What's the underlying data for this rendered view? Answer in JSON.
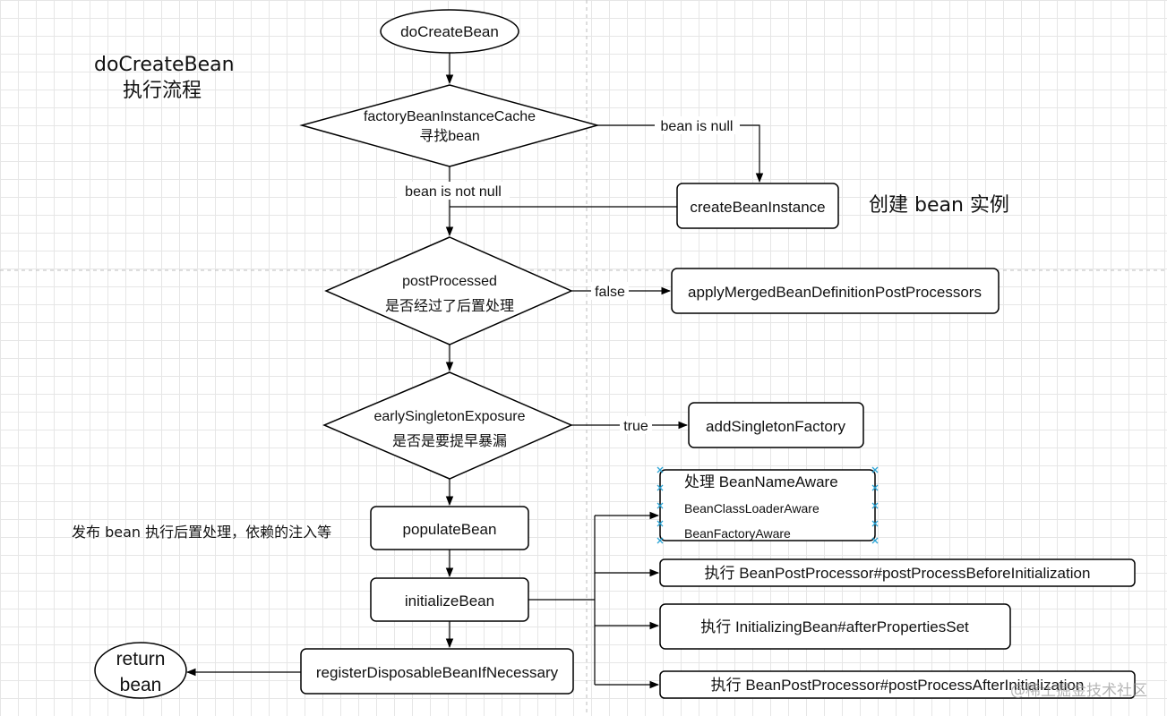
{
  "title": {
    "line1": "doCreateBean",
    "line2": "执行流程"
  },
  "nodes": {
    "start": "doCreateBean",
    "cache_decision": {
      "line1": "factoryBeanInstanceCache",
      "line2": "寻找bean"
    },
    "create_instance": "createBeanInstance",
    "post_decision": {
      "line1": "postProcessed",
      "line2": "是否经过了后置处理"
    },
    "apply_merged": "applyMergedBeanDefinitionPostProcessors",
    "early_decision": {
      "line1": "earlySingletonExposure",
      "line2": "是否是要提早暴漏"
    },
    "add_factory": "addSingletonFactory",
    "populate": "populateBean",
    "initialize": "initializeBean",
    "register": "registerDisposableBeanIfNecessary",
    "return_bean": {
      "line1": "return",
      "line2": "bean"
    },
    "aware": {
      "line1": "处理 BeanNameAware",
      "line2": "BeanClassLoaderAware",
      "line3": "BeanFactoryAware"
    },
    "before_init": "执行 BeanPostProcessor#postProcessBeforeInitialization",
    "after_props": "执行 InitializingBean#afterPropertiesSet",
    "after_init": "执行 BeanPostProcessor#postProcessAfterInitialization"
  },
  "edge_labels": {
    "bean_is_null": "bean is null",
    "bean_is_not_null": "bean is not null",
    "false": "false",
    "true": "true"
  },
  "notes": {
    "create_note": "创建 bean 实例",
    "populate_note": "发布 bean 执行后置处理，依赖的注入等"
  },
  "watermark": "@稀土掘金技术社区"
}
